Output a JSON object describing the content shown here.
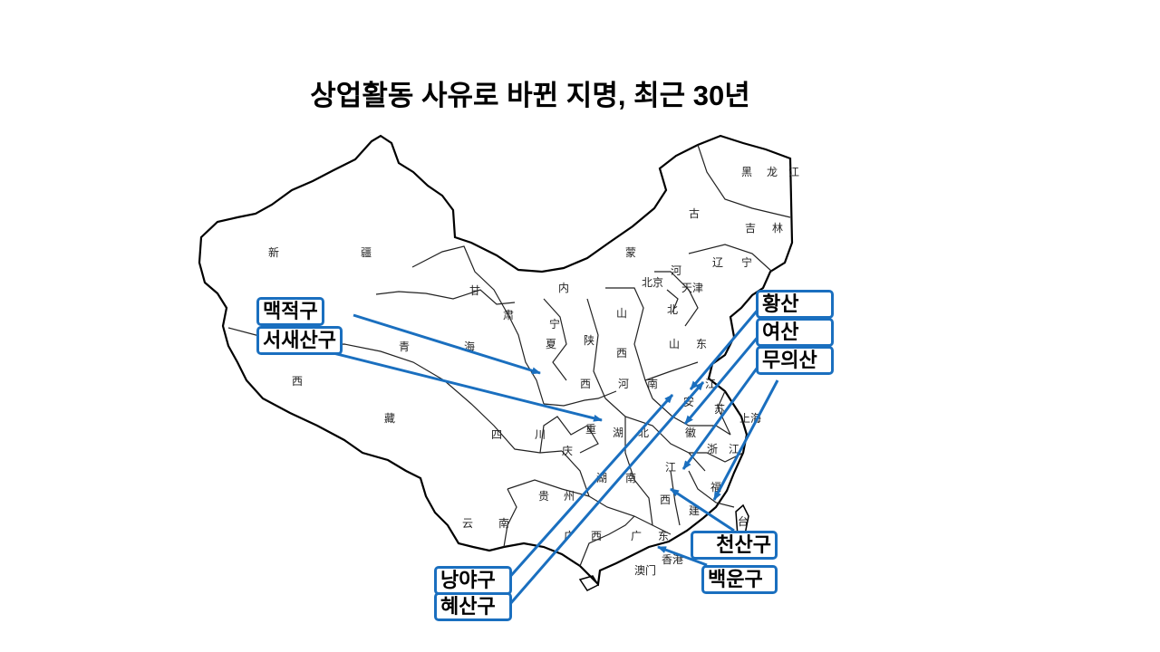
{
  "title": "상업활동 사유로 바뀐 지명, 최근 30년",
  "labels": {
    "maijizhu": "맥적구",
    "xisaishan": "서새산구",
    "huangshan": "황산",
    "lushan": "여산",
    "wuyishan": "무의산",
    "tianshan": "천산구",
    "baiyun": "백운구",
    "nanyue": "낭야구",
    "huishan": "혜산구"
  },
  "map_labels": [
    "新",
    "疆",
    "西",
    "藏",
    "青",
    "海",
    "甘",
    "肃",
    "内",
    "蒙",
    "古",
    "黑",
    "龙",
    "江",
    "吉",
    "林",
    "辽",
    "宁",
    "河",
    "北",
    "北京",
    "天津",
    "山",
    "西",
    "山",
    "东",
    "陕",
    "西",
    "宁",
    "夏",
    "河",
    "南",
    "四",
    "川",
    "重",
    "庆",
    "湖",
    "北",
    "湖",
    "南",
    "安",
    "徽",
    "江",
    "苏",
    "上海",
    "浙",
    "江",
    "江",
    "西",
    "福",
    "建",
    "贵",
    "州",
    "云",
    "南",
    "广",
    "西",
    "广",
    "东",
    "台",
    "澳门",
    "香港"
  ],
  "colors": {
    "accent": "#1a6fbf",
    "map_line": "#000000"
  }
}
